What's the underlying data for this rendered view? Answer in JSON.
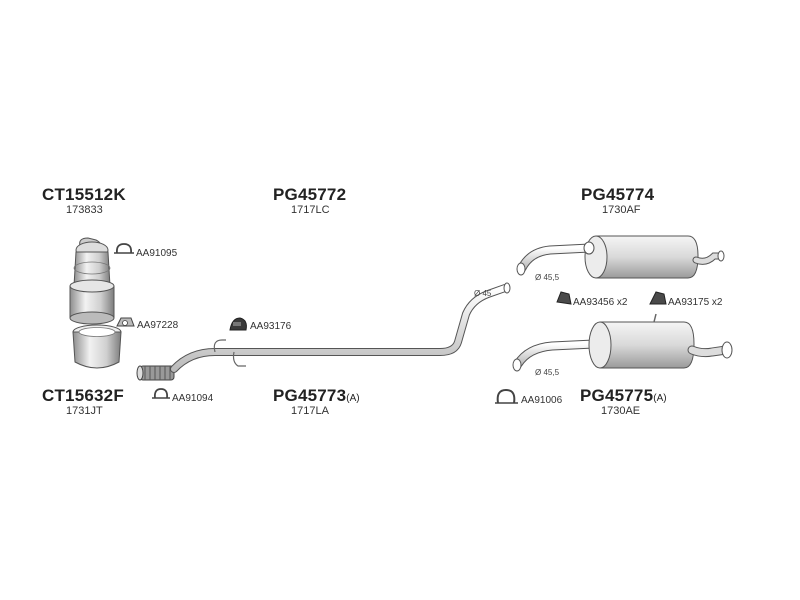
{
  "parts": {
    "cat1": {
      "code": "CT15512K",
      "ref": "173833"
    },
    "cat2": {
      "code": "CT15632F",
      "ref": "1731JT"
    },
    "front": {
      "code": "PG45772",
      "ref": "1717LC"
    },
    "mid": {
      "code": "PG45773",
      "suffix": "(A)",
      "ref": "1717LA"
    },
    "rear1": {
      "code": "PG45774",
      "ref": "1730AF"
    },
    "rear2": {
      "code": "PG45775",
      "suffix": "(A)",
      "ref": "1730AE"
    }
  },
  "accessories": {
    "a1": "AA91095",
    "a2": "AA97228",
    "a3": "AA93176",
    "a4": "AA91094",
    "a5": "AA93456 x2",
    "a6": "AA93175 x2",
    "a7": "AA91006"
  },
  "dims": {
    "d1": "Ø 45",
    "d2": "Ø 45,5",
    "d3": "Ø 45,5"
  },
  "colors": {
    "line": "#555555",
    "fill_light": "#e8e8e8",
    "fill_mid": "#bdbdbd",
    "fill_dark": "#7a7a7a"
  }
}
